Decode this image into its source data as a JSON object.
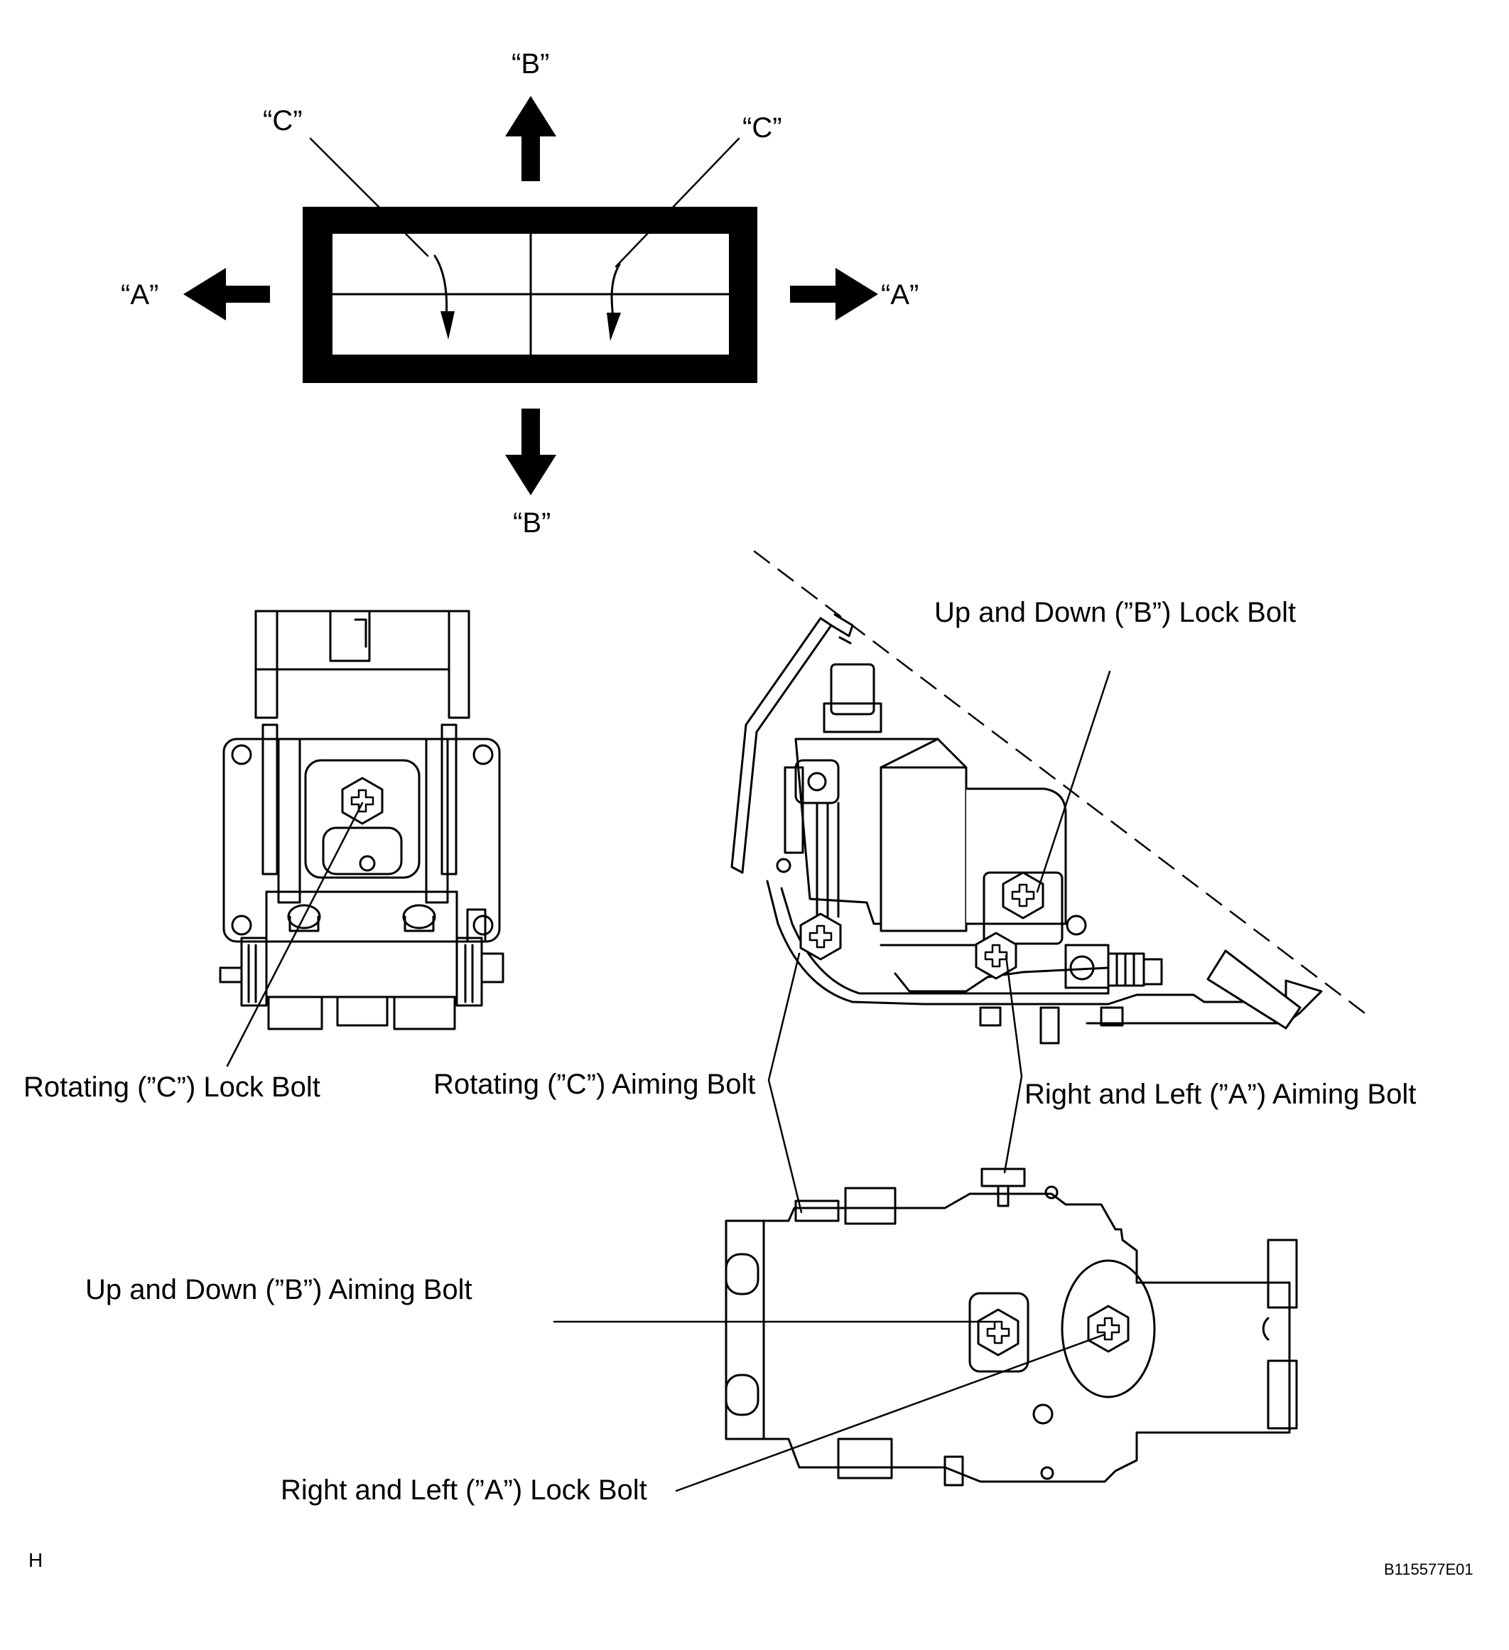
{
  "directions": {
    "b_top": "“B”",
    "b_bottom": "“B”",
    "a_left": "“A”",
    "a_right": "“A”",
    "c_left": "“C”",
    "c_right": "“C”"
  },
  "callouts": {
    "up_down_lock_bolt": "Up and Down (”B”) Lock Bolt",
    "rotating_lock_bolt": "Rotating (”C”) Lock Bolt",
    "rotating_aiming_bolt": "Rotating (”C”) Aiming Bolt",
    "right_left_aiming_bolt": "Right and Left (”A”) Aiming Bolt",
    "up_down_aiming_bolt": "Up and Down (”B”) Aiming Bolt",
    "right_left_lock_bolt": "Right and Left (”A”) Lock Bolt"
  },
  "footer": {
    "corner_mark": "H",
    "figure_code": "B115577E01"
  }
}
